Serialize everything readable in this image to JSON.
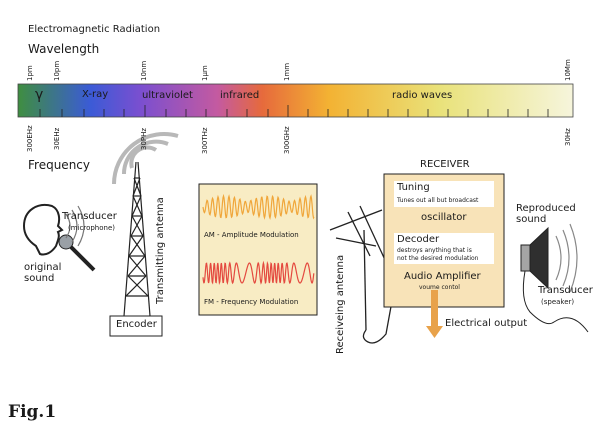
{
  "header": {
    "title": "Electromagnetic Radiation",
    "wavelength_label": "Wavelength",
    "frequency_label": "Frequency"
  },
  "spectrum": {
    "wavelength_ticks": [
      "1pm",
      "10pm",
      "10nm",
      "1μm",
      "1mm",
      "10Mm"
    ],
    "frequency_ticks": [
      "300EHz",
      "30EHz",
      "30PHz",
      "300THz",
      "300GHz",
      "30Hz"
    ],
    "bands": [
      "γ",
      "X-ray",
      "ultraviolet",
      "infrared",
      "radio waves"
    ],
    "colors": [
      "#3f8e40",
      "#3b5bd6",
      "#7a4fd0",
      "#c45aa0",
      "#e66a3c",
      "#f3b233",
      "#e9e27a",
      "#f6f5dc"
    ]
  },
  "transmitter": {
    "transducer_label": "Transducer",
    "transducer_sub": "(microphone)",
    "original_sound": "original\nsound",
    "encoder_label": "Encoder",
    "antenna_label": "Transmitting antenna"
  },
  "modulation": {
    "am_label": "AM - Amplitude Modulation",
    "fm_label": "FM - Frequency Modulation",
    "am_color": "#f0a63a",
    "fm_color": "#e4493f",
    "panel_color": "#f8ecc4"
  },
  "receiver": {
    "title": "RECEIVER",
    "tuning_title": "Tuning",
    "tuning_desc": "Tunes out all but broadcast",
    "oscillator": "oscillator",
    "decoder_title": "Decoder",
    "decoder_desc_1": "destroys anything that is",
    "decoder_desc_2": "not the desired modulation",
    "amp_title": "Audio Amplifier",
    "amp_desc": "voume contol",
    "electrical_output": "Electrical output",
    "antenna_label": "Receiveing antenna",
    "panel_color": "#f8e3b8",
    "arrow_color": "#e8a24a"
  },
  "output": {
    "reproduced_sound": "Reproduced\nsound",
    "transducer_label": "Transducer",
    "transducer_sub": "(speaker)"
  },
  "figure_label": "Fig.1"
}
